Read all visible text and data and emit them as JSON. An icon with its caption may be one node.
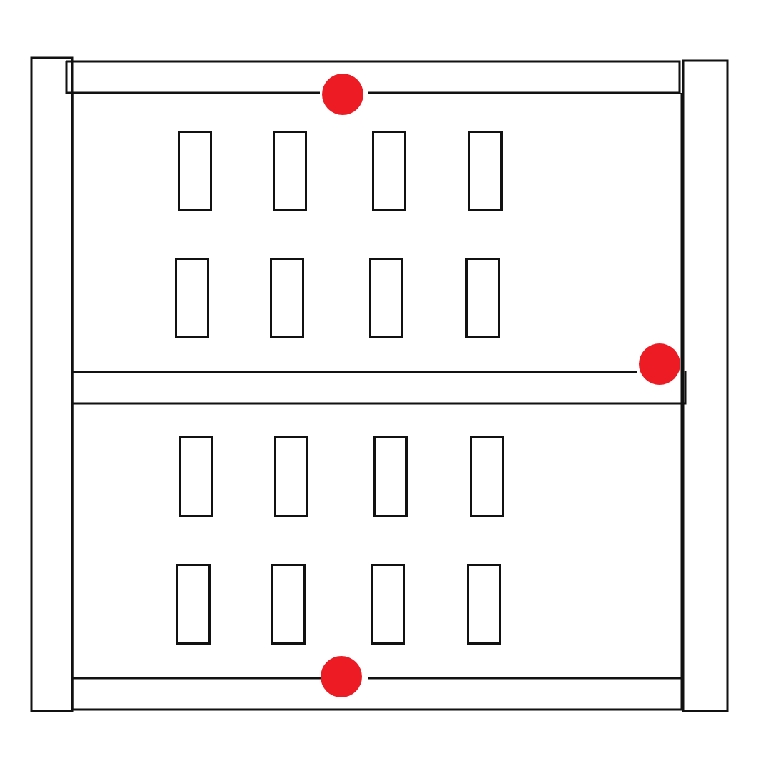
{
  "diagram": {
    "nodes": [
      {
        "text": [],
        "shape": "circle"
      },
      {
        "text": [],
        "shape": "box"
      },
      {
        "text": [],
        "shape": "box"
      },
      {
        "text": [],
        "shape": "box"
      },
      {
        "text": [],
        "shape": "box"
      },
      {
        "text": [],
        "shape": "box"
      },
      {
        "text": [],
        "shape": "box"
      },
      {
        "text": [],
        "shape": "box"
      },
      {
        "text": [],
        "shape": "box"
      },
      {
        "text": [],
        "shape": "circle"
      },
      {
        "text": [],
        "shape": "box"
      },
      {
        "text": [],
        "shape": "box"
      },
      {
        "text": [],
        "shape": "box"
      },
      {
        "text": [],
        "shape": "box"
      },
      {
        "text": [],
        "shape": "box"
      },
      {
        "text": [],
        "shape": "box"
      },
      {
        "text": [],
        "shape": "box"
      },
      {
        "text": [],
        "shape": "box"
      },
      {
        "text": [],
        "shape": "circle"
      }
    ]
  }
}
